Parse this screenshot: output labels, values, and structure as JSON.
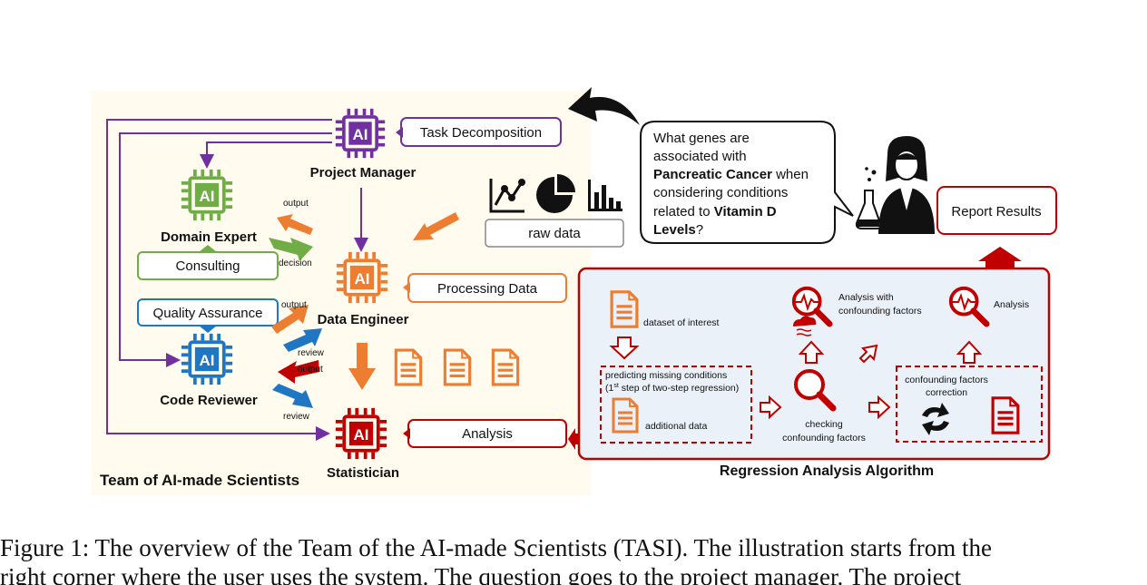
{
  "team": {
    "title": "Team of AI-made Scientists",
    "chip_label": "AI",
    "roles": {
      "project_manager": "Project Manager",
      "domain_expert": "Domain Expert",
      "data_engineer": "Data Engineer",
      "code_reviewer": "Code Reviewer",
      "statistician": "Statistician"
    },
    "tasks": {
      "task_decomposition": "Task Decomposition",
      "consulting": "Consulting",
      "quality_assurance": "Quality Assurance",
      "processing_data": "Processing Data",
      "analysis": "Analysis",
      "raw_data": "raw data"
    },
    "arrow_labels": {
      "output_1": "output",
      "decision": "decision",
      "output_2": "output",
      "review_1": "review",
      "output_3": "output",
      "review_2": "review"
    }
  },
  "user": {
    "question_line1": "What genes are",
    "question_line2": "associated with",
    "question_bold1": "Pancreatic Cancer",
    "question_line3_rest": " when",
    "question_line4": "considering conditions",
    "question_line5_pre": "related to ",
    "question_bold2": "Vitamin D",
    "question_bold3": "Levels",
    "question_end": "?",
    "report": "Report Results"
  },
  "algorithm": {
    "title": "Regression Analysis Algorithm",
    "dataset_of_interest": "dataset of interest",
    "predicting_line1": "predicting missing conditions",
    "predicting_line2_pre": "(1",
    "predicting_sup": "st",
    "predicting_line2_post": " step of two-step regression)",
    "additional_data": "additional data",
    "analysis_with_line1": "Analysis with",
    "analysis_with_line2": "confounding factors",
    "checking_line1": "checking",
    "checking_line2": "confounding factors",
    "correction_line1": "confounding factors",
    "correction_line2": "correction",
    "analysis": "Analysis"
  },
  "caption": {
    "line1": "Figure 1: The overview of the Team of the AI-made Scientists (TASI). The illustration starts from the",
    "line2": "right corner where the user uses the system. The question goes to the project manager. The project"
  },
  "colors": {
    "purple": "#7030a0",
    "green": "#70ad47",
    "orange": "#ed7d31",
    "blue": "#1f77c4",
    "red": "#c00000",
    "team_bg": "#fffbee",
    "algo_bg": "#eaf1f8"
  },
  "icons": [
    "ai-chip-icon",
    "line-chart-icon",
    "pie-chart-icon",
    "bar-chart-icon",
    "document-icon",
    "magnifier-icon",
    "scientist-icon",
    "speech-bubble-icon",
    "cycle-arrows-icon"
  ]
}
